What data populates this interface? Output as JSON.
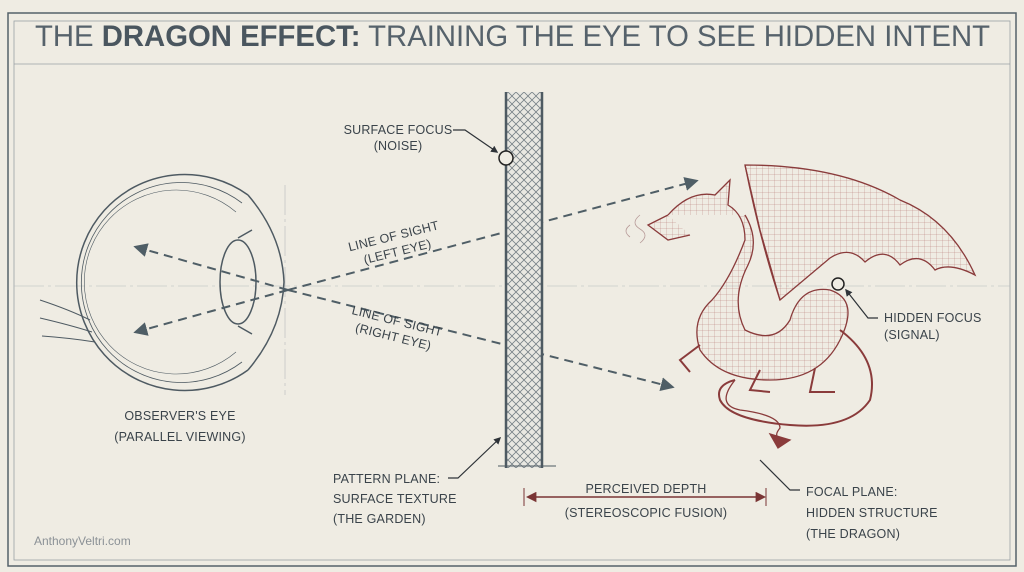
{
  "title": {
    "prefix": "THE ",
    "bold": "DRAGON EFFECT:",
    "rest": " TRAINING THE EYE TO SEE HIDDEN INTENT"
  },
  "labels": {
    "surface_focus": [
      "SURFACE FOCUS",
      "(NOISE)"
    ],
    "line_left": [
      "LINE OF SIGHT",
      "(LEFT EYE)"
    ],
    "line_right": [
      "LINE OF SIGHT",
      "(RIGHT EYE)"
    ],
    "observer": [
      "OBSERVER'S EYE",
      "(PARALLEL VIEWING)"
    ],
    "pattern_plane": [
      "PATTERN PLANE:",
      "SURFACE TEXTURE",
      "(THE GARDEN)"
    ],
    "perceived_depth": [
      "PERCEIVED DEPTH",
      "(STEREOSCOPIC FUSION)"
    ],
    "hidden_focus": [
      "HIDDEN FOCUS",
      "(SIGNAL)"
    ],
    "focal_plane": [
      "FOCAL PLANE:",
      "HIDDEN STRUCTURE",
      "(THE DRAGON)"
    ]
  },
  "watermark": "AnthonyVeltri.com",
  "colors": {
    "ink": "#3e4a52",
    "dragon": "#8a3b3b",
    "paper": "#efece3",
    "dashed": "#4f5e66"
  }
}
